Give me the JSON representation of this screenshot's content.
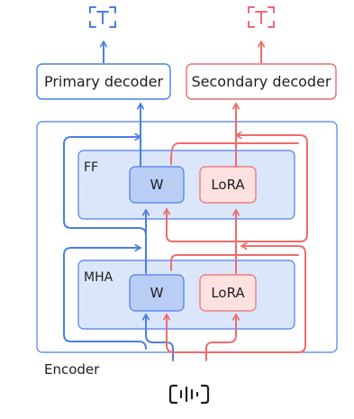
{
  "decoders": {
    "primary": "Primary decoder",
    "secondary": "Secondary decoder"
  },
  "encoder": {
    "label": "Encoder",
    "ff_block": {
      "label": "FF",
      "weight": "W",
      "adapter": "LoRA"
    },
    "mha_block": {
      "label": "MHA",
      "weight": "W",
      "adapter": "LoRA"
    }
  },
  "outputs": {
    "primary_icon": "text-output-icon",
    "secondary_icon": "text-output-icon"
  },
  "input": {
    "icon": "audio-waveform-icon"
  },
  "colors": {
    "primary": "#4a7fe6",
    "secondary": "#ef6b6b",
    "block_fill": "#dbe6fa",
    "weight_fill": "#b9cdf5",
    "lora_fill": "#fde1e1",
    "ink": "#1e1e1e"
  }
}
